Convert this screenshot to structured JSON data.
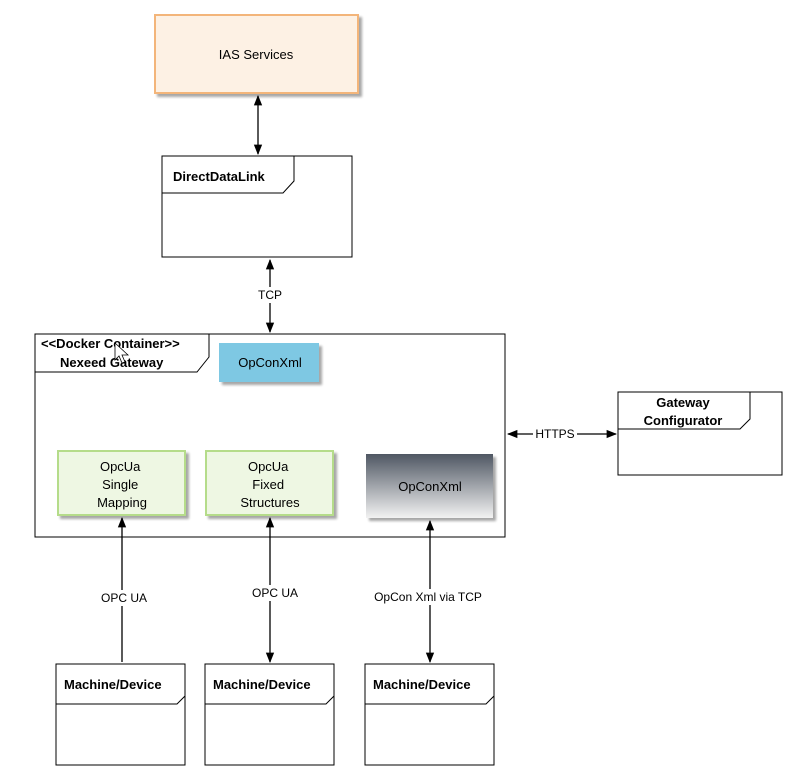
{
  "diagram": {
    "ias_services": {
      "label": "IAS Services",
      "fill": "#fdf1e4",
      "stroke": "#f3b57a"
    },
    "direct_data_link": {
      "title": "DirectDataLink"
    },
    "link_tcp": "TCP",
    "gateway": {
      "stereotype": "<<Docker Container>>",
      "name": "Nexeed Gateway",
      "opconxml_top": {
        "label": "OpConXml",
        "fill": "#7ec8e3"
      },
      "opcua_single": {
        "lines": [
          "OpcUa",
          "Single",
          "Mapping"
        ],
        "fill": "#eef7e3",
        "stroke": "#b5dc8a"
      },
      "opcua_fixed": {
        "lines": [
          "OpcUa",
          "Fixed",
          "Structures"
        ],
        "fill": "#eef7e3",
        "stroke": "#b5dc8a"
      },
      "opconxml_bottom": {
        "label": "OpConXml",
        "fill_top": "#4f5763",
        "fill_bottom": "#f2f2f2"
      }
    },
    "link_https": "HTTPS",
    "gateway_configurator": {
      "line1": "Gateway",
      "line2": "Configurator"
    },
    "links_bottom": [
      "OPC UA",
      "OPC UA",
      "OpCon Xml via TCP"
    ],
    "devices": [
      "Machine/Device",
      "Machine/Device",
      "Machine/Device"
    ]
  }
}
